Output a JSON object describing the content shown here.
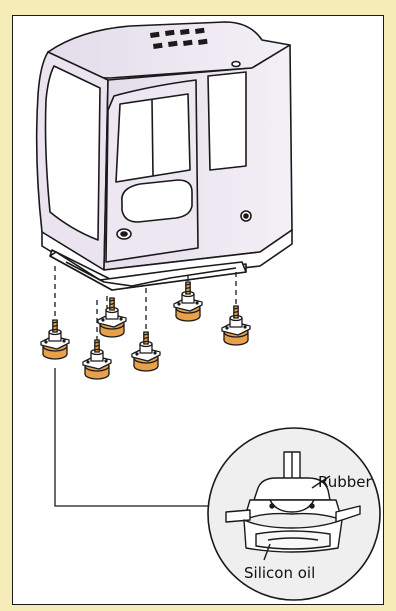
{
  "colors": {
    "page_background": "#f6ecb8",
    "panel_background": "#ffffff",
    "cab_body": "#efe9f3",
    "glass": "#ffffff",
    "mount_orange": "#e8a04a",
    "mount_metal": "#ffffff",
    "outline": "#1a1a1a",
    "detail_circle": "#efefef"
  },
  "diagram": {
    "labels": {
      "rubber": "Rubber",
      "silicon_oil": "Silicon oil"
    },
    "mount_count": 6
  }
}
